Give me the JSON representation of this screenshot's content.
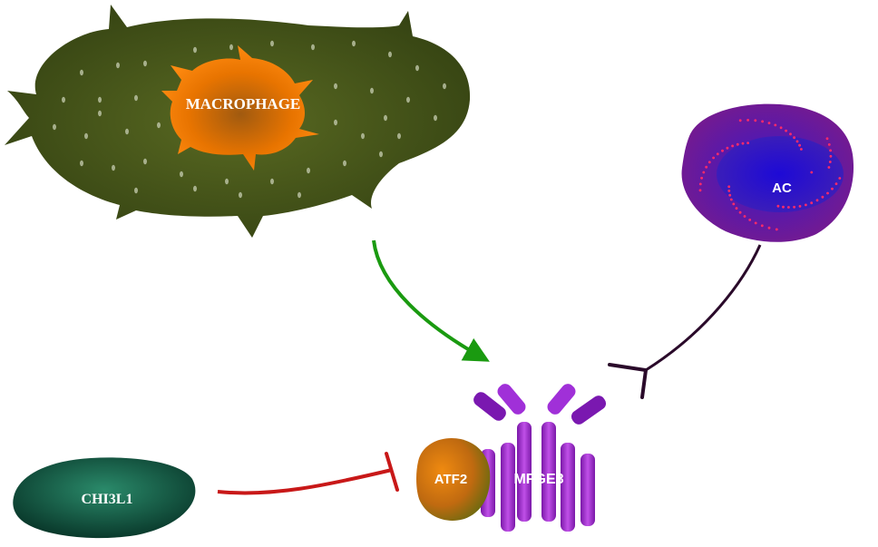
{
  "nodes": {
    "macrophage": {
      "label": "MACROPHAGE",
      "body_color": "#3d4a14",
      "nucleus_color": "#f07a00"
    },
    "ac": {
      "label": "AC",
      "body_color": "#6a1a8a",
      "nucleus_color": "#2a10c0",
      "spot_color": "#ff2a6a"
    },
    "chi3l1": {
      "label": "CHI3L1",
      "color": "#0e5a48"
    },
    "atf2": {
      "label": "ATF2",
      "color": "#e07a10"
    },
    "mfge8": {
      "label": "MFGE8",
      "color": "#9a2ac8"
    }
  },
  "edges": [
    {
      "from": "macrophage",
      "to": "mfge8",
      "type": "activation",
      "color": "#1a9a10"
    },
    {
      "from": "ac",
      "to": "mfge8",
      "type": "inhibition",
      "color": "#2a0a2a"
    },
    {
      "from": "chi3l1",
      "to": "atf2",
      "type": "inhibition",
      "color": "#c81818"
    }
  ]
}
